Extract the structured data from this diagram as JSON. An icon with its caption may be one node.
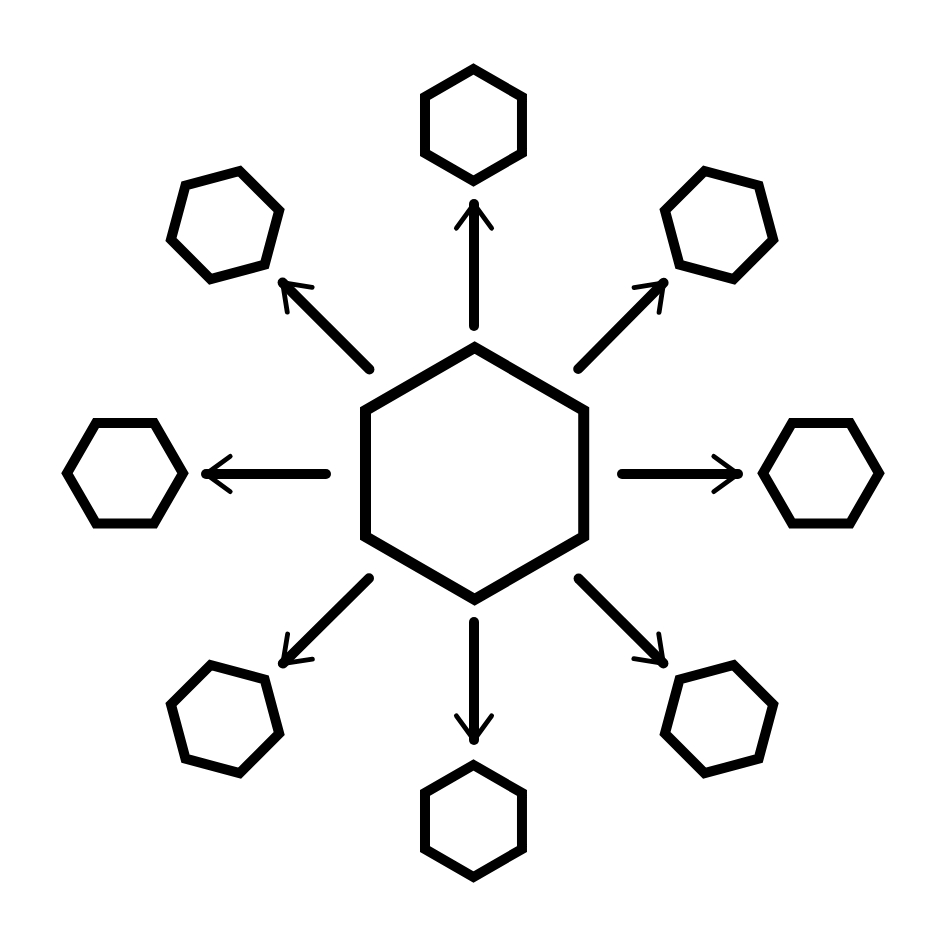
{
  "diagram": {
    "nodes": [
      {
        "text": [],
        "shape": "hexagon"
      },
      {
        "text": [],
        "shape": "hexagon"
      },
      {
        "text": [],
        "shape": "hexagon"
      },
      {
        "text": [],
        "shape": "hexagon"
      },
      {
        "text": [],
        "shape": "hexagon"
      },
      {
        "text": [],
        "shape": "hexagon"
      },
      {
        "text": [],
        "shape": "hexagon"
      },
      {
        "text": [],
        "shape": "hexagon"
      },
      {
        "text": [],
        "shape": "hexagon"
      }
    ],
    "edges": [
      {
        "from": 4,
        "to": 0,
        "arrow": "to"
      },
      {
        "from": 4,
        "to": 1,
        "arrow": "to"
      },
      {
        "from": 4,
        "to": 2,
        "arrow": "to"
      },
      {
        "from": 4,
        "to": 3,
        "arrow": "to"
      },
      {
        "from": 4,
        "to": 5,
        "arrow": "to"
      },
      {
        "from": 4,
        "to": 6,
        "arrow": "to"
      },
      {
        "from": 4,
        "to": 7,
        "arrow": "to"
      },
      {
        "from": 4,
        "to": 8,
        "arrow": "to"
      }
    ]
  }
}
